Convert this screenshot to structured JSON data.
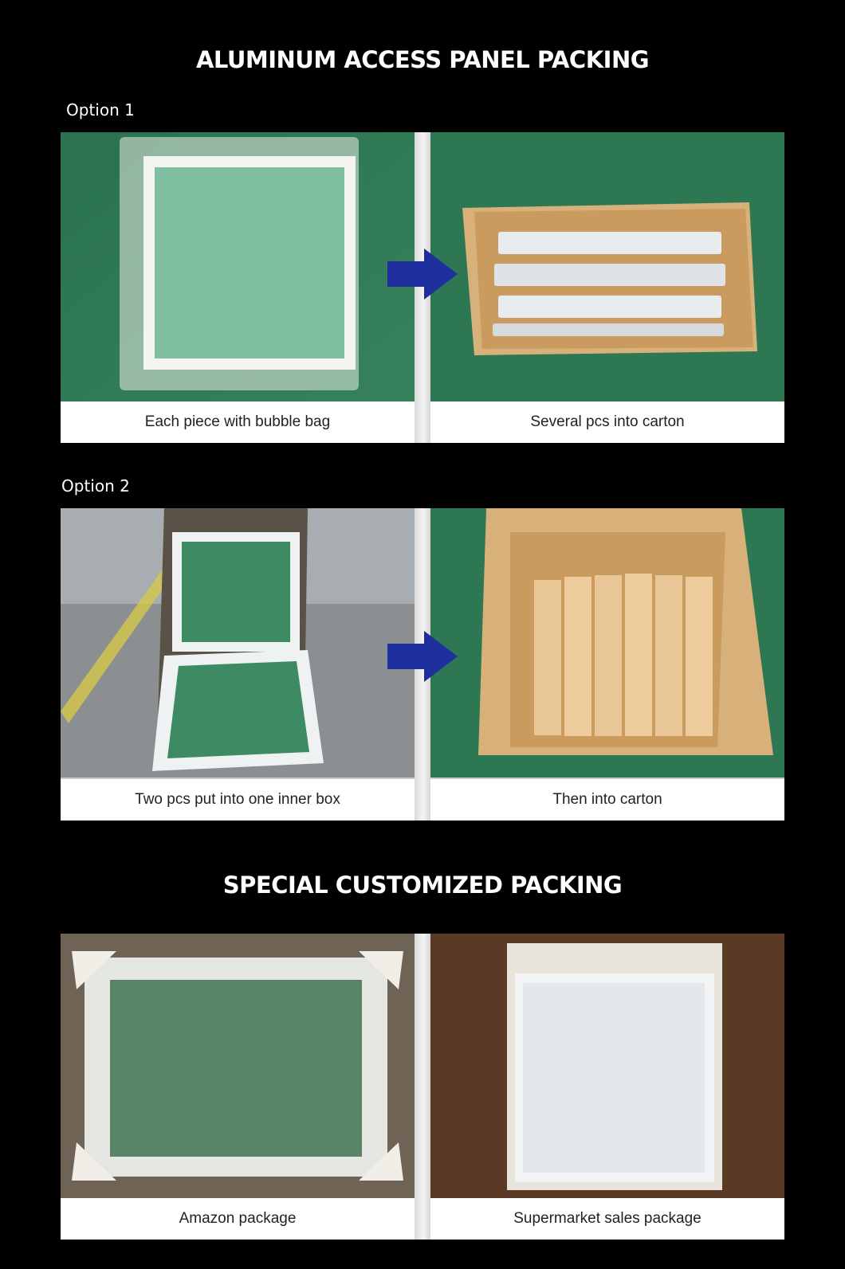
{
  "heading_main": "ALUMINUM ACCESS PANEL PACKING",
  "option1": {
    "label": "Option 1",
    "left_caption": "Each piece with bubble bag",
    "right_caption": "Several pcs into carton"
  },
  "option2": {
    "label": "Option 2",
    "left_caption": "Two pcs put into one inner box",
    "right_caption": "Then into carton"
  },
  "heading_special": "SPECIAL CUSTOMIZED PACKING",
  "special": {
    "left_caption": "Amazon package",
    "right_caption": "Supermarket sales package"
  },
  "colors": {
    "background": "#000000",
    "arrow": "#1f2f9e",
    "floor_green": "#2f7a55",
    "carton": "#d8b07a"
  }
}
